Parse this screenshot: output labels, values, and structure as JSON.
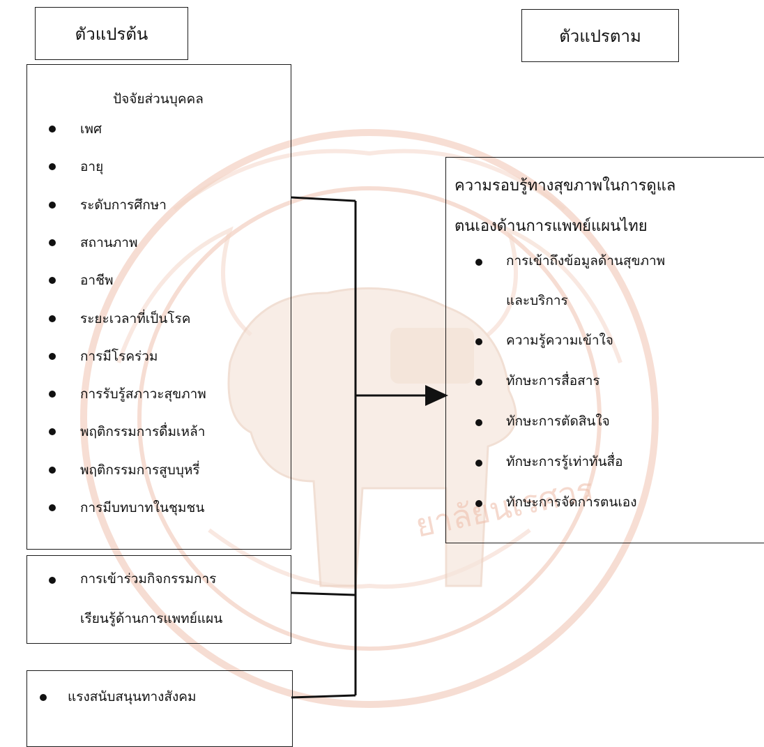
{
  "headers": {
    "independent": "ตัวแปรต้น",
    "dependent": "ตัวแปรตาม"
  },
  "personal_factors": {
    "title": "ปัจจัยส่วนบุคคล",
    "items": [
      "เพศ",
      "อายุ",
      "ระดับการศึกษา",
      "สถานภาพ",
      "อาชีพ",
      "ระยะเวลาที่เป็นโรค",
      "การมีโรคร่วม",
      "การรับรู้สภาวะสุขภาพ",
      "พฤติกรรมการดื่มเหล้า",
      "พฤติกรรมการสูบบุหรี่",
      "การมีบทบาทในชุมชน"
    ]
  },
  "learning_activity": {
    "lines": [
      "การเข้าร่วมกิจกรรมการ",
      "เรียนรู้ด้านการแพทย์แผน"
    ]
  },
  "social_support": {
    "label": "แรงสนับสนุนทางสังคม"
  },
  "outcome": {
    "title_lines": [
      "ความรอบรู้ทางสุขภาพในการดูแล",
      "ตนเองด้านการแพทย์แผนไทย"
    ],
    "items": [
      [
        "การเข้าถึงข้อมูลด้านสุขภาพ",
        "และบริการ"
      ],
      [
        "ความรู้ความเข้าใจ"
      ],
      [
        "ทักษะการสื่อสาร"
      ],
      [
        "ทักษะการตัดสินใจ"
      ],
      [
        "ทักษะการรู้เท่าทันสื่อ"
      ],
      [
        "ทักษะการจัดการตนเอง"
      ]
    ]
  },
  "watermark": {
    "text": "ยาลัยนเรศวร",
    "color": "#e8a28a"
  }
}
